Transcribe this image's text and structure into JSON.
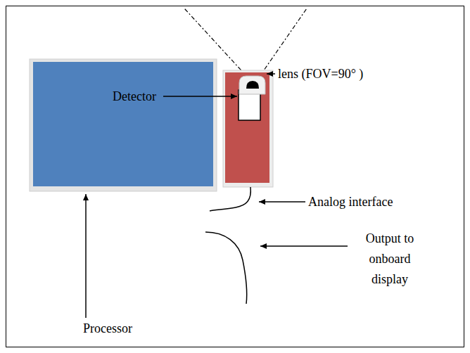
{
  "diagram": {
    "labels": [
      "lens (FOV=90° )",
      "Detector",
      "Analog interface",
      "Output to onboard display",
      "Processor"
    ]
  }
}
